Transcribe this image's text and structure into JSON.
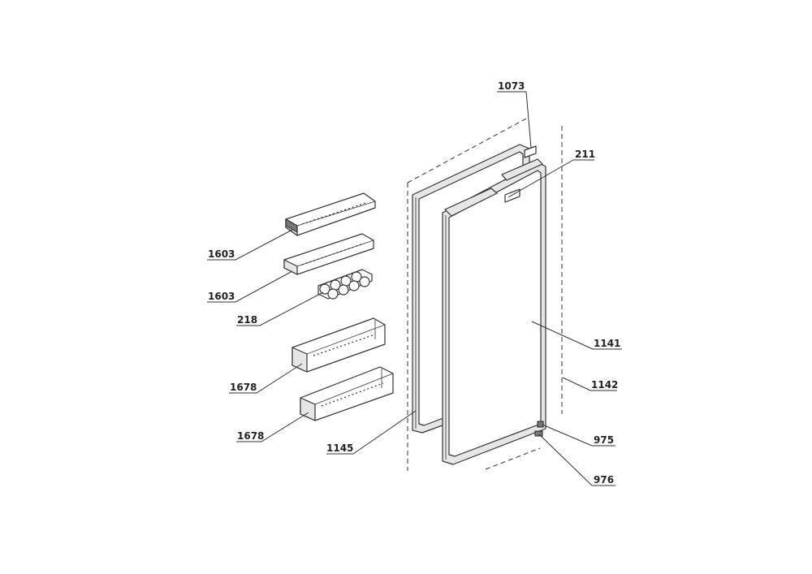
{
  "callouts": [
    {
      "id": "c1073",
      "label": "1073"
    },
    {
      "id": "c211",
      "label": "211"
    },
    {
      "id": "c1603a",
      "label": "1603"
    },
    {
      "id": "c1603b",
      "label": "1603"
    },
    {
      "id": "c218",
      "label": "218"
    },
    {
      "id": "c1141",
      "label": "1141"
    },
    {
      "id": "c1142",
      "label": "1142"
    },
    {
      "id": "c1678a",
      "label": "1678"
    },
    {
      "id": "c1678b",
      "label": "1678"
    },
    {
      "id": "c1145",
      "label": "1145"
    },
    {
      "id": "c975",
      "label": "975"
    },
    {
      "id": "c976",
      "label": "976"
    }
  ]
}
